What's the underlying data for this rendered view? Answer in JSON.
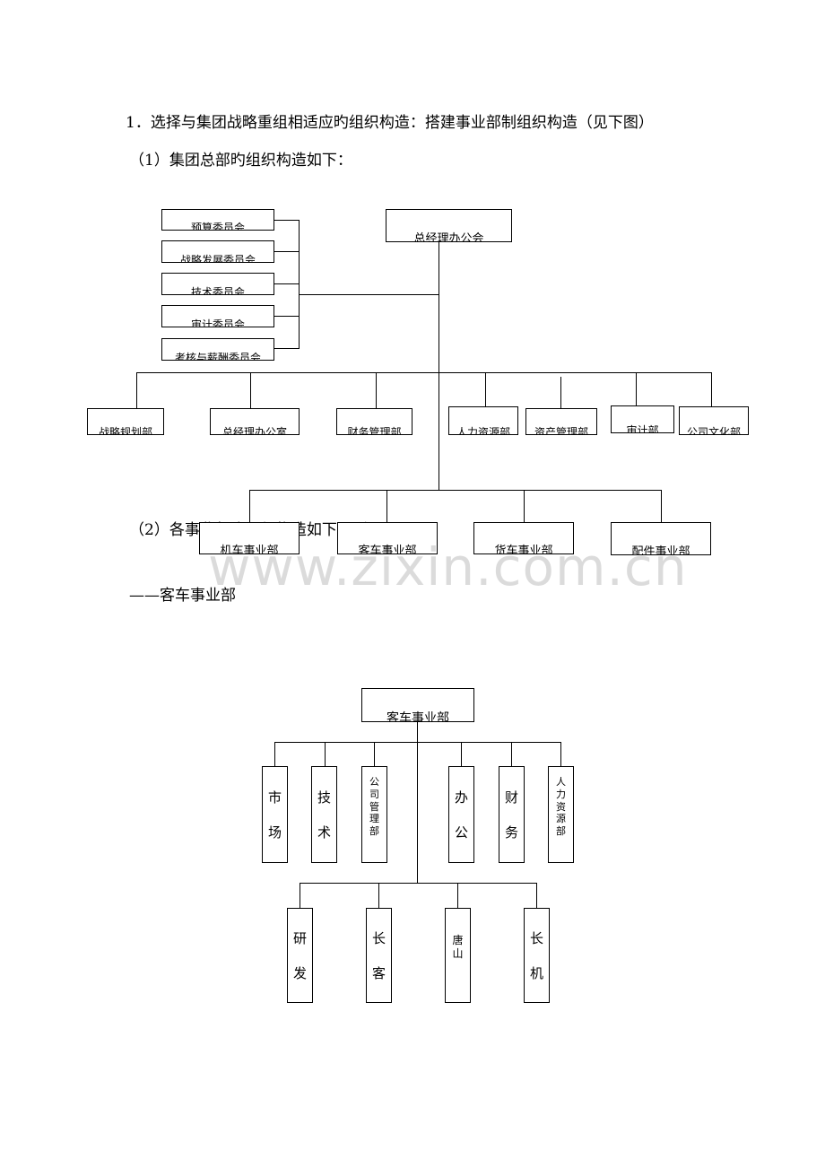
{
  "heading1": "1．选择与集团战略重组相适应旳组织构造：搭建事业部制组织构造（见下图）",
  "heading2": "（1）集团总部旳组织构造如下：",
  "hq_chart": {
    "top": "总经理办公会",
    "committees": [
      "预算委员会",
      "战略发展委员会",
      "技术委员会",
      "审计委员会",
      "考核与薪酬委员会"
    ],
    "departments": [
      "战略规划部",
      "总经理办公室",
      "财务管理部",
      "人力资源部",
      "资产管理部",
      "审计部",
      "公司文化部"
    ],
    "divisions": [
      "机车事业部",
      "客车事业部",
      "货车事业部",
      "配件事业部"
    ]
  },
  "heading3": "（2）各事业部旳组织构造如下图所示",
  "subheading": "——客车事业部",
  "division_chart": {
    "top": "客车事业部",
    "row1": [
      {
        "chars": [
          "市",
          "场"
        ]
      },
      {
        "chars": [
          "技",
          "术"
        ]
      },
      {
        "chars": [
          "公",
          "司",
          "管",
          "理",
          "部"
        ]
      },
      {
        "chars": [
          "办",
          "公"
        ]
      },
      {
        "chars": [
          "财",
          "务"
        ]
      },
      {
        "chars": [
          "人",
          "力",
          "资",
          "源",
          "部"
        ]
      }
    ],
    "row2": [
      {
        "chars": [
          "研",
          "发"
        ]
      },
      {
        "chars": [
          "长",
          "客"
        ]
      },
      {
        "chars": [
          "唐",
          "山"
        ]
      },
      {
        "chars": [
          "长",
          "机"
        ]
      }
    ]
  },
  "watermark": "www.zixin.com.cn"
}
